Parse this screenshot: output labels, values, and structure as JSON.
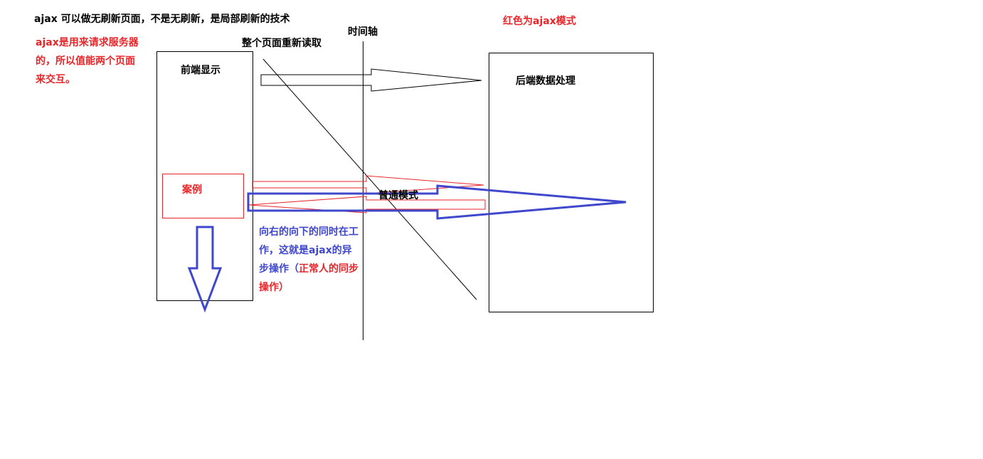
{
  "header": {
    "title": "ajax 可以做无刷新页面，不是无刷新，是局部刷新的技术"
  },
  "notes": {
    "ajax_purpose": "ajax是用来请求服务器的，所以值能两个页面来交互。",
    "red_legend": "红色为ajax模式"
  },
  "labels": {
    "timeline": "时间轴",
    "full_reload": "整个页面重新读取",
    "frontend": "前端显示",
    "backend": "后端数据处理",
    "case": "案例",
    "normal_mode": "普通模式"
  },
  "async_note": {
    "part1": "向右的向下的同时在工作，这就是ajax的异步操作（",
    "part2": "正常人的同步操作）"
  },
  "colors": {
    "red": "#e8262a",
    "blue": "#3f48cc",
    "black": "#000000"
  }
}
